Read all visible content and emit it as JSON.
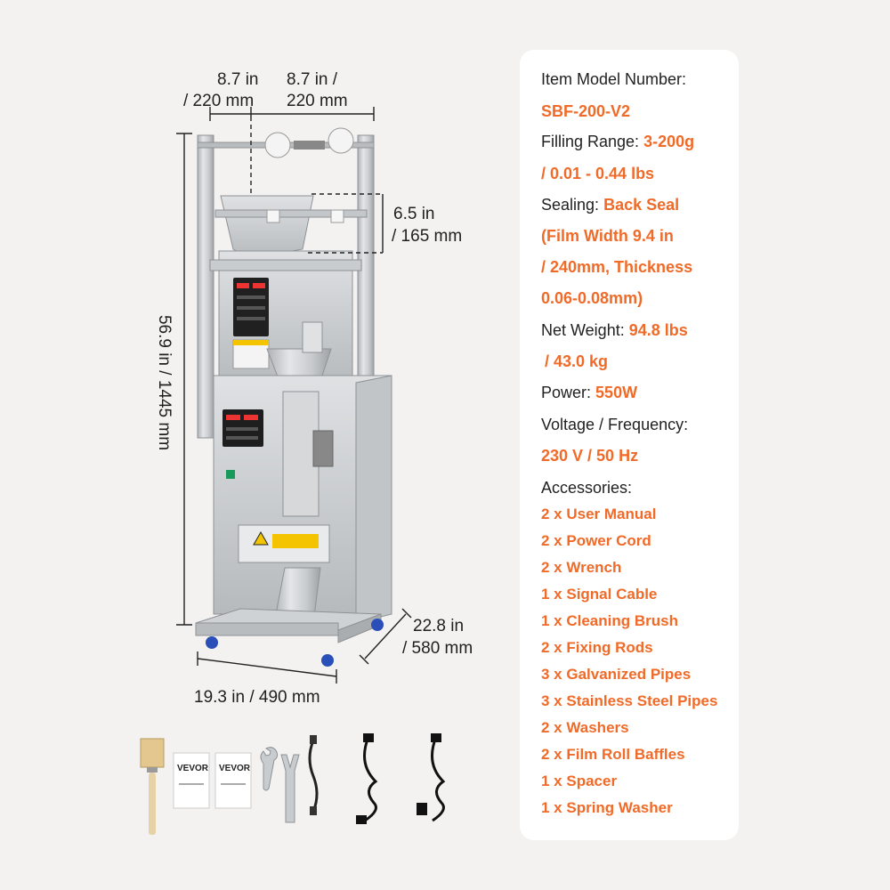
{
  "dimensions": {
    "top_left_line1": "8.7 in",
    "top_left_line2": "/ 220 mm",
    "top_right_line1": "8.7 in /",
    "top_right_line2": "220 mm",
    "hopper_line1": "6.5 in",
    "hopper_line2": "/ 165 mm",
    "height_label": "56.9 in / 1445 mm",
    "depth_line1": "22.8 in",
    "depth_line2": "/ 580 mm",
    "width_label": "19.3 in / 490 mm"
  },
  "specs": {
    "model_label": "Item Model Number:",
    "model_value": "SBF-200-V2",
    "filling_label": "Filling Range:",
    "filling_value1": "3-200g",
    "filling_value2": "/ 0.01 - 0.44 lbs",
    "sealing_label": "Sealing:",
    "sealing_value1": "Back Seal",
    "sealing_value2": "(Film Width 9.4 in",
    "sealing_value3": "/ 240mm, Thickness",
    "sealing_value4": "0.06-0.08mm)",
    "weight_label": "Net Weight:",
    "weight_value1": "94.8 lbs",
    "weight_value2": "/ 43.0 kg",
    "power_label": "Power:",
    "power_value": "550W",
    "voltage_label": "Voltage / Frequency:",
    "voltage_value": "230 V / 50 Hz",
    "accessories_label": "Accessories:",
    "accessories": [
      "2 x User Manual",
      "2 x Power Cord",
      "2 x Wrench",
      "1 x Signal Cable",
      "1 x Cleaning Brush",
      "2 x Fixing Rods",
      "3 x Galvanized Pipes",
      "3 x Stainless Steel Pipes",
      "2 x Washers",
      "2 x Film Roll Baffles",
      "1 x Spacer",
      "1 x Spring Washer"
    ]
  },
  "manual_brand": "VEVOR",
  "colors": {
    "accent": "#f06a28",
    "background": "#f3f2f0",
    "card": "#ffffff",
    "steel": "#c9cccf"
  }
}
